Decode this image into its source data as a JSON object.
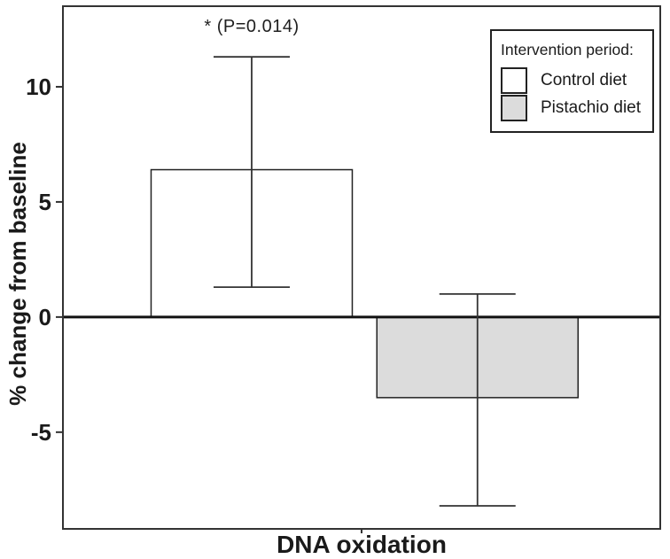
{
  "chart_data": {
    "type": "bar",
    "title": "",
    "categories": [
      "DNA oxidation"
    ],
    "series": [
      {
        "name": "Control diet",
        "fill": "#ffffff",
        "values": [
          6.4
        ],
        "error_high": [
          11.3
        ],
        "error_low": [
          1.3
        ]
      },
      {
        "name": "Pistachio diet",
        "fill": "#dcdcdc",
        "values": [
          -3.5
        ],
        "error_high": [
          1.0
        ],
        "error_low": [
          -8.2
        ]
      }
    ],
    "annotations": [
      {
        "text": "* (P=0.014)",
        "target_series": "Control diet",
        "target_category": "DNA oxidation"
      }
    ],
    "xlabel": "DNA oxidation",
    "ylabel": "% change from baseline",
    "ylim": [
      -9.2,
      13.5
    ],
    "yticks": [
      10,
      5,
      0,
      -5
    ],
    "grid": false,
    "legend": {
      "title": "Intervention period:",
      "position": "top-right"
    },
    "colors": {
      "axis": "#333333",
      "zero_line": "#111111",
      "bar_stroke": "#222222",
      "error_bar": "#333333",
      "text": "#1a1a1a"
    }
  }
}
